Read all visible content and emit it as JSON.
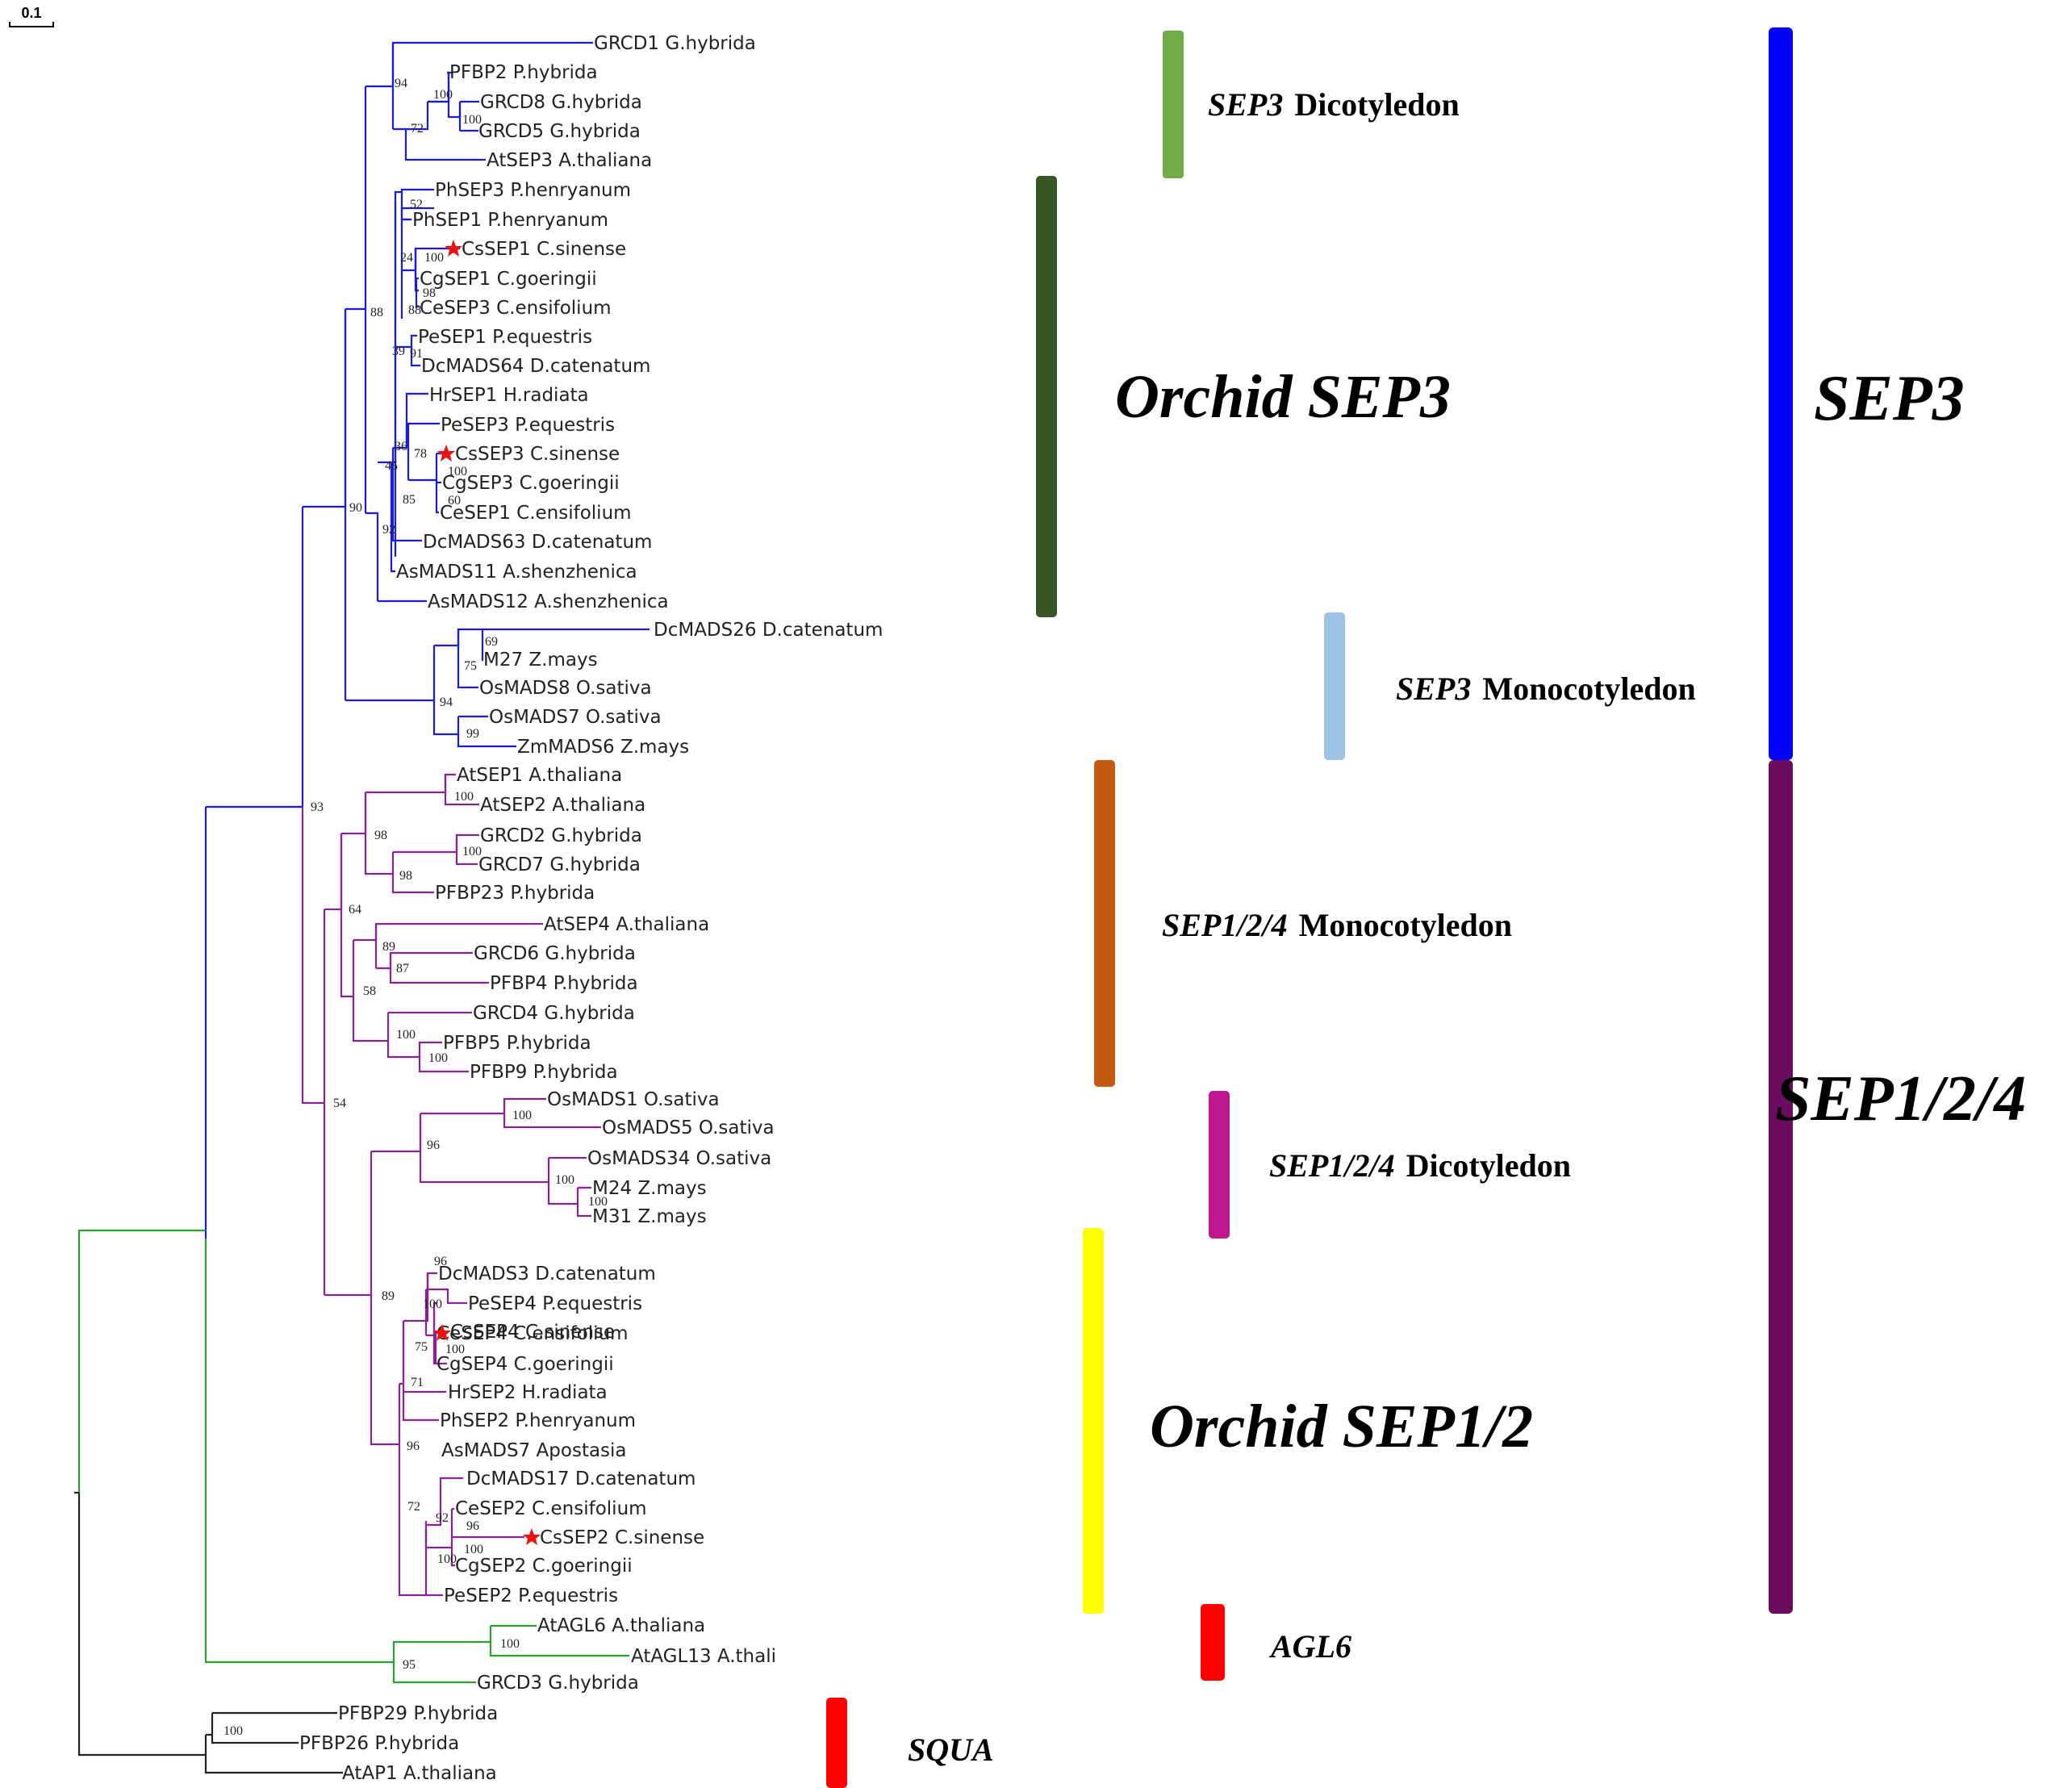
{
  "scale_label": "0.1",
  "colors": {
    "sep3_branch": "#1a1ae6",
    "sep124_branch": "#8a2296",
    "agl6_branch": "#2ca02c",
    "squa_branch": "#222222",
    "star": "#ee1111"
  },
  "leaves": [
    {
      "id": "grcd1",
      "label": "GRCD1 G.hybrida"
    },
    {
      "id": "pfbp2",
      "label": "PFBP2 P.hybrida"
    },
    {
      "id": "grcd8",
      "label": "GRCD8 G.hybrida"
    },
    {
      "id": "grcd5",
      "label": "GRCD5 G.hybrida"
    },
    {
      "id": "atsep3",
      "label": "AtSEP3 A.thaliana"
    },
    {
      "id": "phsep3",
      "label": "PhSEP3 P.henryanum"
    },
    {
      "id": "phsep1",
      "label": "PhSEP1 P.henryanum"
    },
    {
      "id": "cssep1",
      "label": "CsSEP1 C.sinense",
      "star": true
    },
    {
      "id": "cgsep1",
      "label": "CgSEP1 C.goeringii"
    },
    {
      "id": "cesep3",
      "label": "CeSEP3 C.ensifolium"
    },
    {
      "id": "pesep1",
      "label": "PeSEP1 P.equestris"
    },
    {
      "id": "dcmads64",
      "label": "DcMADS64 D.catenatum"
    },
    {
      "id": "hrsep1",
      "label": "HrSEP1 H.radiata"
    },
    {
      "id": "pesep3",
      "label": "PeSEP3 P.equestris"
    },
    {
      "id": "cssep3",
      "label": "CsSEP3 C.sinense",
      "star": true
    },
    {
      "id": "cgsep3",
      "label": "CgSEP3 C.goeringii"
    },
    {
      "id": "cesep1",
      "label": "CeSEP1 C.ensifolium"
    },
    {
      "id": "dcmads63",
      "label": "DcMADS63 D.catenatum"
    },
    {
      "id": "asmads11",
      "label": "AsMADS11 A.shenzhenica"
    },
    {
      "id": "asmads12",
      "label": "AsMADS12 A.shenzhenica"
    },
    {
      "id": "dcmads26",
      "label": "DcMADS26 D.catenatum"
    },
    {
      "id": "m27",
      "label": "M27 Z.mays"
    },
    {
      "id": "osmads8",
      "label": "OsMADS8 O.sativa"
    },
    {
      "id": "osmads7",
      "label": "OsMADS7 O.sativa"
    },
    {
      "id": "zmmads6",
      "label": "ZmMADS6 Z.mays"
    },
    {
      "id": "atsep1",
      "label": "AtSEP1 A.thaliana"
    },
    {
      "id": "atsep2",
      "label": "AtSEP2 A.thaliana"
    },
    {
      "id": "grcd2",
      "label": "GRCD2 G.hybrida"
    },
    {
      "id": "grcd7",
      "label": "GRCD7 G.hybrida"
    },
    {
      "id": "pfbp23",
      "label": "PFBP23 P.hybrida"
    },
    {
      "id": "atsep4",
      "label": "AtSEP4 A.thaliana"
    },
    {
      "id": "grcd6",
      "label": "GRCD6 G.hybrida"
    },
    {
      "id": "pfbp4",
      "label": "PFBP4 P.hybrida"
    },
    {
      "id": "grcd4",
      "label": "GRCD4 G.hybrida"
    },
    {
      "id": "pfbp5",
      "label": "PFBP5 P.hybrida"
    },
    {
      "id": "pfbp9",
      "label": "PFBP9 P.hybrida"
    },
    {
      "id": "osmads1",
      "label": "OsMADS1 O.sativa"
    },
    {
      "id": "osmads5",
      "label": "OsMADS5 O.sativa"
    },
    {
      "id": "osmads34",
      "label": "OsMADS34 O.sativa"
    },
    {
      "id": "m24",
      "label": "M24 Z.mays"
    },
    {
      "id": "m31",
      "label": "M31 Z.mays"
    },
    {
      "id": "dcmads3",
      "label": "DcMADS3 D.catenatum"
    },
    {
      "id": "pesep4",
      "label": "PeSEP4 P.equestris"
    },
    {
      "id": "cesep4",
      "label": "CeSEP4 C.ensifolium"
    },
    {
      "id": "cssep4",
      "label": "CsSEP4 C.sinense",
      "star": true
    },
    {
      "id": "cgsep4",
      "label": "CgSEP4 C.goeringii"
    },
    {
      "id": "hrsep2",
      "label": "HrSEP2 H.radiata"
    },
    {
      "id": "phsep2",
      "label": "PhSEP2 P.henryanum"
    },
    {
      "id": "asmads7",
      "label": "AsMADS7 Apostasia"
    },
    {
      "id": "dcmads17",
      "label": "DcMADS17 D.catenatum"
    },
    {
      "id": "cesep2",
      "label": "CeSEP2 C.ensifolium"
    },
    {
      "id": "cssep2",
      "label": "CsSEP2 C.sinense",
      "star": true
    },
    {
      "id": "cgsep2",
      "label": "CgSEP2 C.goeringii"
    },
    {
      "id": "pesep2",
      "label": "PeSEP2 P.equestris"
    },
    {
      "id": "atagl6",
      "label": "AtAGL6 A.thaliana"
    },
    {
      "id": "atagl13",
      "label": "AtAGL13 A.thali"
    },
    {
      "id": "grcd3",
      "label": "GRCD3 G.hybrida"
    },
    {
      "id": "pfbp29",
      "label": "PFBP29 P.hybrida"
    },
    {
      "id": "pfbp26",
      "label": "PFBP26 P.hybrida"
    },
    {
      "id": "atap1",
      "label": "AtAP1 A.thaliana"
    }
  ],
  "bootstrap": [
    "94",
    "100",
    "72",
    "100",
    "52",
    "24",
    "100",
    "98",
    "88",
    "88",
    "39",
    "91",
    "36",
    "78",
    "100",
    "60",
    "85",
    "45",
    "92",
    "90",
    "69",
    "75",
    "94",
    "99",
    "93",
    "100",
    "98",
    "98",
    "100",
    "64",
    "89",
    "87",
    "58",
    "100",
    "100",
    "54",
    "100",
    "96",
    "100",
    "100",
    "89",
    "96",
    "100",
    "75",
    "100",
    "71",
    "96",
    "72",
    "92",
    "96",
    "100",
    "100",
    "100",
    "95",
    "100"
  ],
  "clades": [
    {
      "id": "sep3-dicot",
      "italic": "SEP3",
      "plain": "Dicotyledon",
      "color": "#70ad47"
    },
    {
      "id": "orchid-sep3",
      "text": "Orchid  SEP3",
      "color": "#375623"
    },
    {
      "id": "sep3-mono",
      "italic": "SEP3",
      "plain": "Monocotyledon",
      "color": "#9dc3e6"
    },
    {
      "id": "sep124-mono",
      "italic": "SEP1/2/4",
      "plain": "Monocotyledon",
      "color": "#c55a11"
    },
    {
      "id": "sep124-dicot",
      "italic": "SEP1/2/4",
      "plain": "Dicotyledon",
      "color": "#c0168f"
    },
    {
      "id": "orchid-sep12",
      "text": "Orchid  SEP1/2",
      "color": "#ffff00"
    },
    {
      "id": "agl6",
      "text": "AGL6",
      "color": "#ff0000"
    },
    {
      "id": "squa",
      "text": "SQUA",
      "color": "#ff0000"
    },
    {
      "id": "sep3",
      "text": "SEP3",
      "color": "#0000ff"
    },
    {
      "id": "sep124",
      "text": "SEP1/2/4",
      "color": "#6a0d5f"
    }
  ]
}
